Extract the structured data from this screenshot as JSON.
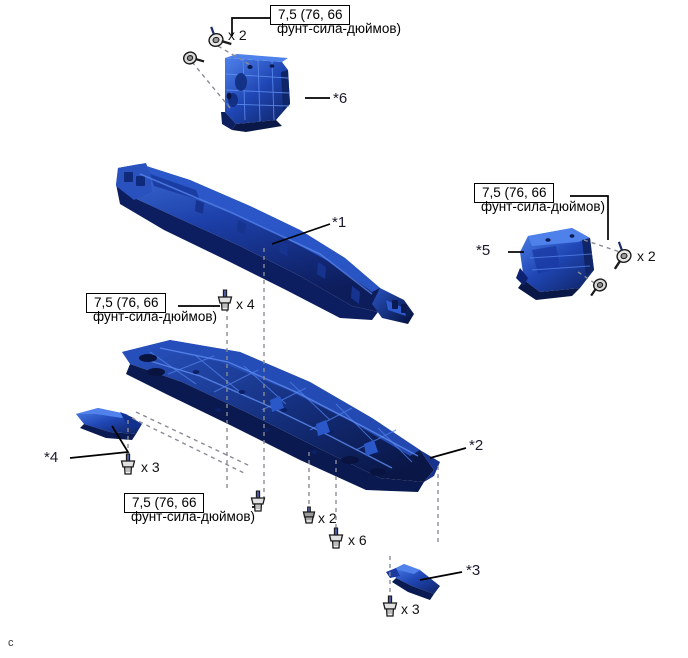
{
  "page": {
    "corner_mark": "c",
    "background_color": "#ffffff",
    "part_color": "#1c3fa8",
    "part_color_dark": "#0e1f63",
    "part_color_light": "#3f6fd8",
    "line_color": "#000000",
    "dash_color": "#8b8b96"
  },
  "torque_specs": [
    {
      "id": "torque-top",
      "value": "7,5 (76, 66",
      "units": "фунт-сила-дюймов)"
    },
    {
      "id": "torque-right",
      "value": "7,5 (76, 66",
      "units": "фунт-сила-дюймов)"
    },
    {
      "id": "torque-mid-left",
      "value": "7,5 (76, 66",
      "units": "фунт-сила-дюймов)"
    },
    {
      "id": "torque-bottom-left",
      "value": "7,5 (76, 66",
      "units": "фунт-сила-дюймов)"
    }
  ],
  "part_labels": [
    {
      "id": "part-1",
      "label": "*1"
    },
    {
      "id": "part-2",
      "label": "*2"
    },
    {
      "id": "part-3",
      "label": "*3"
    },
    {
      "id": "part-4",
      "label": "*4"
    },
    {
      "id": "part-5",
      "label": "*5"
    },
    {
      "id": "part-6",
      "label": "*6"
    }
  ],
  "fastener_counts": [
    {
      "id": "qty-top-x2",
      "label": "x 2"
    },
    {
      "id": "qty-right-x2",
      "label": "x 2"
    },
    {
      "id": "qty-mid-x4",
      "label": "x 4"
    },
    {
      "id": "qty-left-x3",
      "label": "x 3"
    },
    {
      "id": "qty-bottom-x2",
      "label": "x 2"
    },
    {
      "id": "qty-bottom-x6",
      "label": "x 6"
    },
    {
      "id": "qty-part3-x3",
      "label": "x 3"
    }
  ],
  "icons": {
    "bolt": "bolt-icon",
    "clip": "clip-icon"
  }
}
